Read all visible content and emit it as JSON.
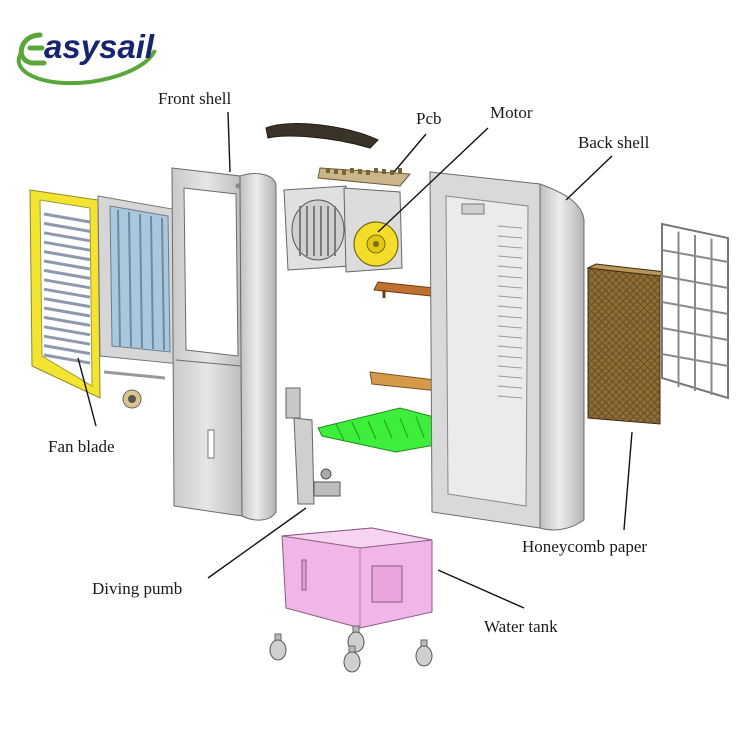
{
  "logo": {
    "text": "asysail",
    "accent_color": "#5aa63b",
    "text_color": "#17246e"
  },
  "labels": {
    "front_shell": "Front shell",
    "pcb": "Pcb",
    "motor": "Motor",
    "back_shell": "Back shell",
    "fan_blade": "Fan blade",
    "honeycomb_paper": "Honeycomb paper",
    "diving_pump": "Diving pumb",
    "water_tank": "Water tank"
  },
  "colors": {
    "fan_frame": "#f2e430",
    "tank": "#efb6e6",
    "tray": "#3dee3a",
    "motor_hub": "#f4dd2a",
    "honeycomb": "#8c6a36",
    "brackets": "#b46a2e",
    "shell": "#d3d3d3"
  }
}
